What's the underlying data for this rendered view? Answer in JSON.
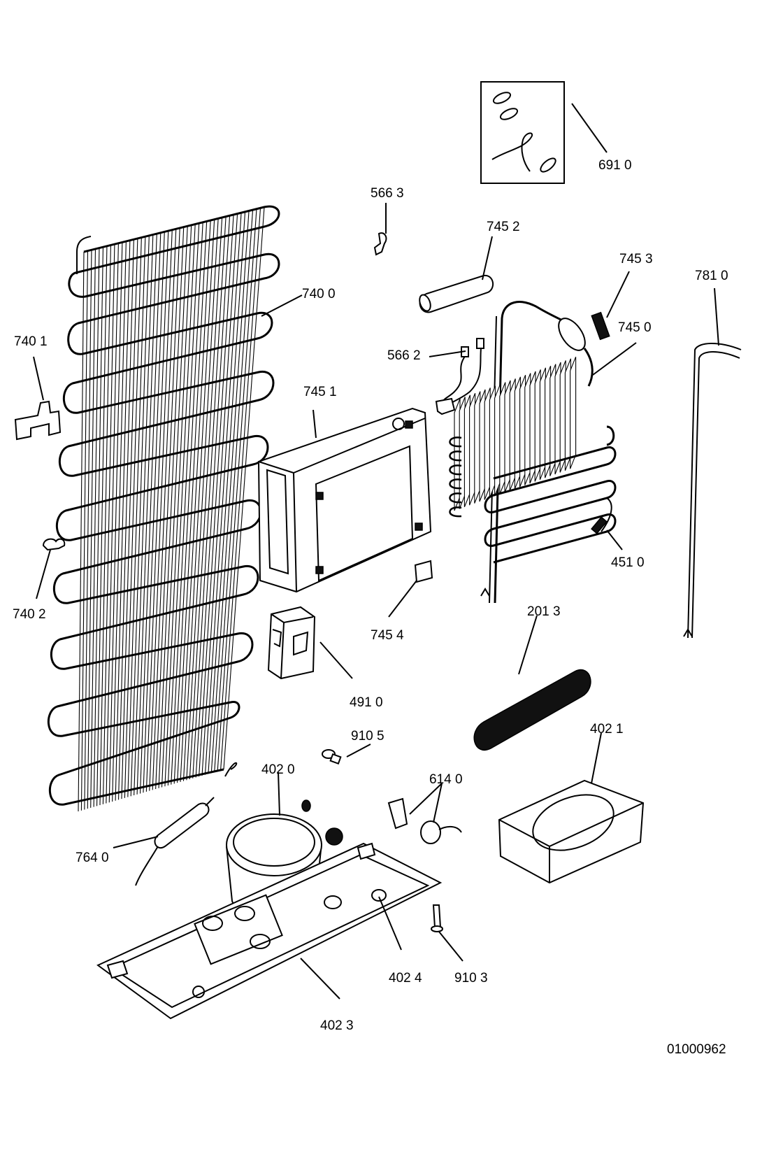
{
  "drawing_number": "01000962",
  "callouts": [
    {
      "id": "c6910",
      "text": "691 0"
    },
    {
      "id": "c5663",
      "text": "566 3"
    },
    {
      "id": "c7452",
      "text": "745 2"
    },
    {
      "id": "c7453",
      "text": "745  3"
    },
    {
      "id": "c7810",
      "text": "781  0"
    },
    {
      "id": "c7400",
      "text": "740 0"
    },
    {
      "id": "c7401",
      "text": "740 1"
    },
    {
      "id": "c7450",
      "text": "745 0"
    },
    {
      "id": "c5662",
      "text": "566  2"
    },
    {
      "id": "c7451",
      "text": "745 1"
    },
    {
      "id": "c7402",
      "text": "740 2"
    },
    {
      "id": "c4510",
      "text": "451 0"
    },
    {
      "id": "c2013",
      "text": "201 3"
    },
    {
      "id": "c7454",
      "text": "745 4"
    },
    {
      "id": "c4910",
      "text": "491  0"
    },
    {
      "id": "c9105",
      "text": "910 5"
    },
    {
      "id": "c4021",
      "text": "402  1"
    },
    {
      "id": "c4020",
      "text": "402 0"
    },
    {
      "id": "c6140",
      "text": "614  0"
    },
    {
      "id": "c7640",
      "text": "764 0"
    },
    {
      "id": "c4024",
      "text": "402  4"
    },
    {
      "id": "c9103",
      "text": "910 3"
    },
    {
      "id": "c4023",
      "text": "402 3"
    }
  ]
}
